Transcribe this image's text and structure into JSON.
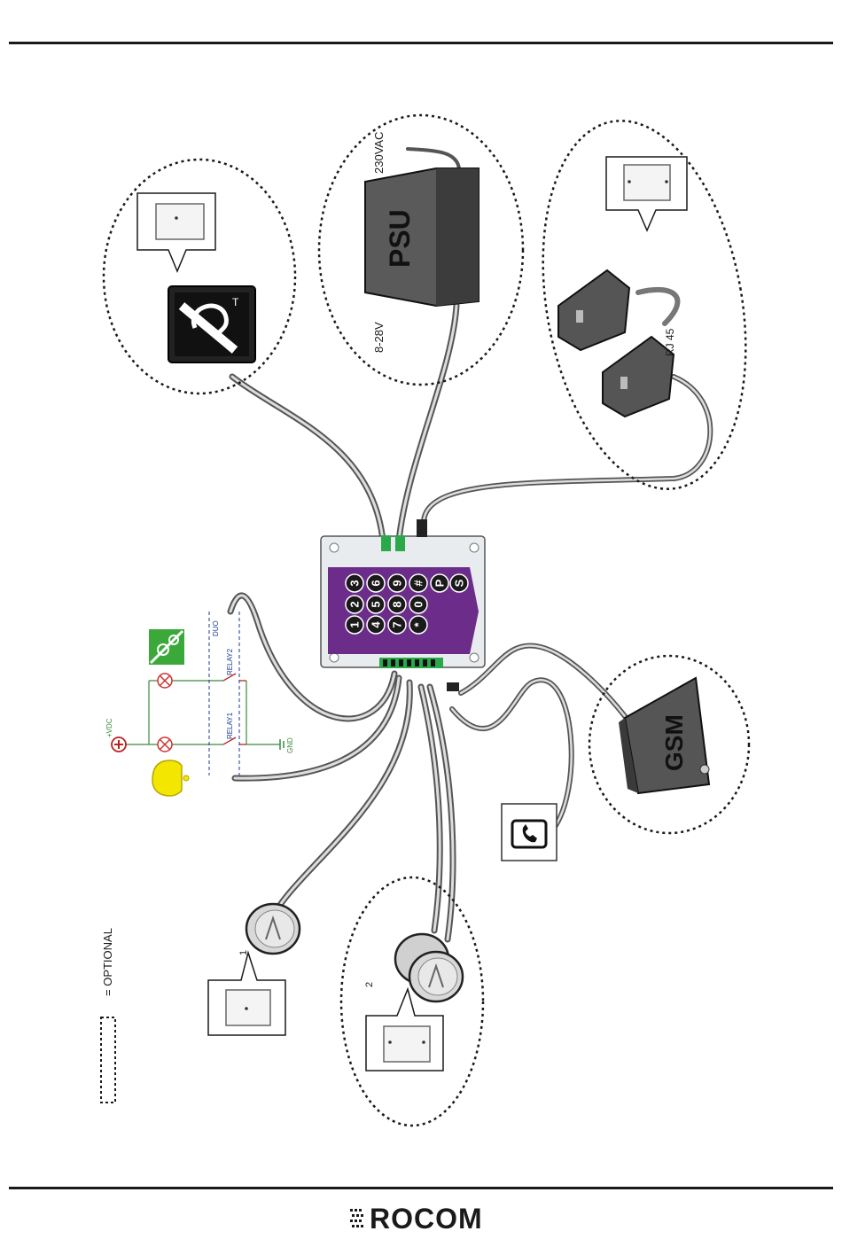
{
  "psu": {
    "label": "PSU",
    "input_label": "230VAC",
    "output_label": "8-28V"
  },
  "gsm": {
    "label": "GSM"
  },
  "rj45": {
    "label": "RJ 45"
  },
  "keypad": {
    "keys": [
      "1",
      "2",
      "3",
      "4",
      "5",
      "6",
      "7",
      "8",
      "9",
      "*",
      "0",
      "#",
      "P",
      "S"
    ]
  },
  "schematic": {
    "vdc_label": "+VDC",
    "gnd_label": "GND",
    "relay1_label": "RELAY1",
    "relay2_label": "RELAY2",
    "duo_label": "DUO"
  },
  "buttons": {
    "single_label": "1",
    "double_label": "2"
  },
  "legend": {
    "optional_label": "= OPTIONAL"
  },
  "footer": {
    "brand": "ROCOM"
  },
  "colors": {
    "keypad_purple": "#6c2c8a",
    "terminal_green": "#2aa84a",
    "bell_yellow": "#f3e600",
    "icon_green": "#3aa93a"
  }
}
